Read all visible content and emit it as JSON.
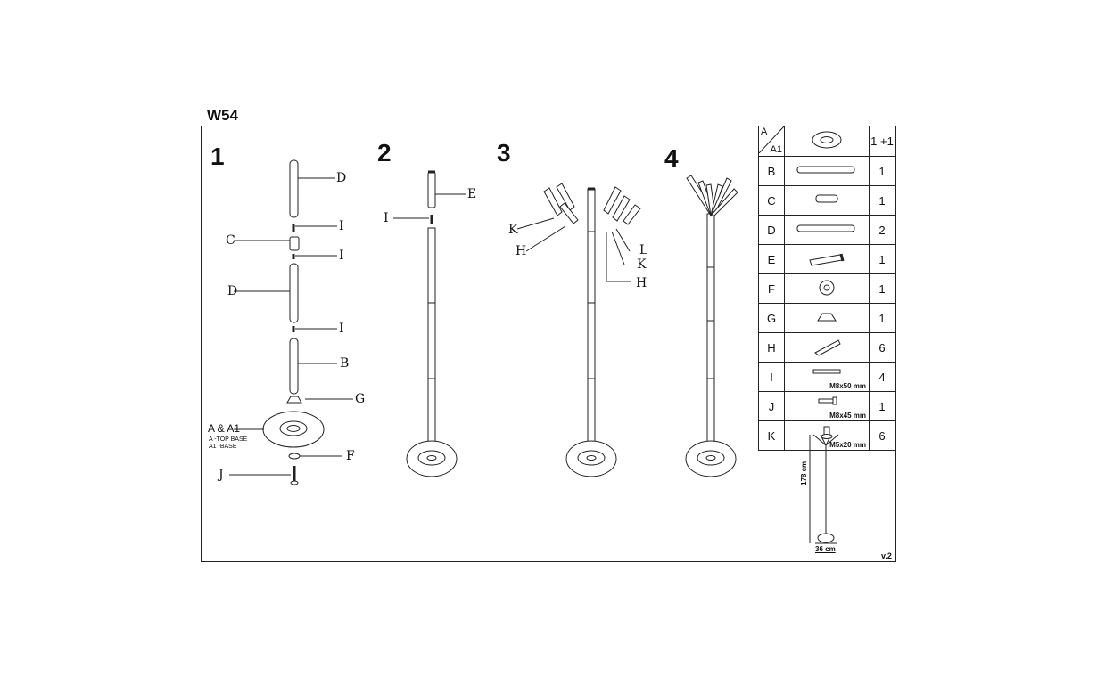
{
  "title": "W54",
  "steps": [
    "1",
    "2",
    "3",
    "4"
  ],
  "labels": {
    "step1": {
      "D_top": "D",
      "I_1": "I",
      "C": "C",
      "I_2": "I",
      "D_mid": "D",
      "I_3": "I",
      "B": "B",
      "G": "G",
      "A": "A & A1",
      "A_top": "A -TOP BASE",
      "A1_base": "A1 -BASE",
      "F": "F",
      "J": "J"
    },
    "step2": {
      "E": "E",
      "I": "I"
    },
    "step3": {
      "K_left": "K",
      "H_left": "H",
      "L": "L",
      "K_right": "K",
      "H_right": "H"
    }
  },
  "parts_table": {
    "header": {
      "a": "A",
      "a1": "A1",
      "qty": "1 +1"
    },
    "rows": [
      {
        "letter": "B",
        "qty": "1",
        "spec": ""
      },
      {
        "letter": "C",
        "qty": "1",
        "spec": ""
      },
      {
        "letter": "D",
        "qty": "2",
        "spec": ""
      },
      {
        "letter": "E",
        "qty": "1",
        "spec": ""
      },
      {
        "letter": "F",
        "qty": "1",
        "spec": ""
      },
      {
        "letter": "G",
        "qty": "1",
        "spec": ""
      },
      {
        "letter": "H",
        "qty": "6",
        "spec": ""
      },
      {
        "letter": "I",
        "qty": "4",
        "spec": "M8x50 mm"
      },
      {
        "letter": "J",
        "qty": "1",
        "spec": "M8x45 mm"
      },
      {
        "letter": "K",
        "qty": "6",
        "spec": "M5x20 mm"
      }
    ]
  },
  "dimensions": {
    "height": "178 cm",
    "width": "36 cm"
  },
  "version": "v.2"
}
